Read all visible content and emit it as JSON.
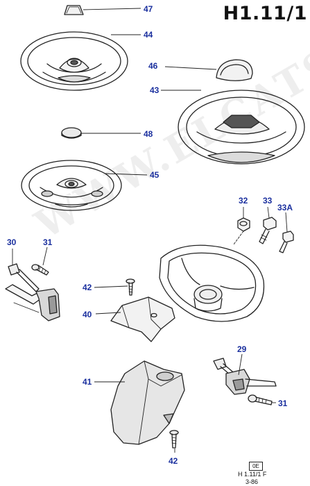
{
  "header": {
    "title": "H1.11/1"
  },
  "watermark": {
    "text": "WWW.ELCATS.RU"
  },
  "footer": {
    "badge": "0E",
    "code": "H 1.11/1 F",
    "date": "3-86"
  },
  "colors": {
    "callout_blue": "#1a2f9e",
    "line_art": "#222222",
    "shade": "#bdbdbd"
  },
  "callouts": [
    {
      "id": "47",
      "label": "47"
    },
    {
      "id": "44",
      "label": "44"
    },
    {
      "id": "46",
      "label": "46"
    },
    {
      "id": "43",
      "label": "43"
    },
    {
      "id": "48",
      "label": "48"
    },
    {
      "id": "45",
      "label": "45"
    },
    {
      "id": "32",
      "label": "32"
    },
    {
      "id": "33",
      "label": "33"
    },
    {
      "id": "33A",
      "label": "33A"
    },
    {
      "id": "30",
      "label": "30"
    },
    {
      "id": "31a",
      "label": "31"
    },
    {
      "id": "42a",
      "label": "42"
    },
    {
      "id": "40",
      "label": "40"
    },
    {
      "id": "29",
      "label": "29"
    },
    {
      "id": "41",
      "label": "41"
    },
    {
      "id": "31b",
      "label": "31"
    },
    {
      "id": "42b",
      "label": "42"
    }
  ]
}
